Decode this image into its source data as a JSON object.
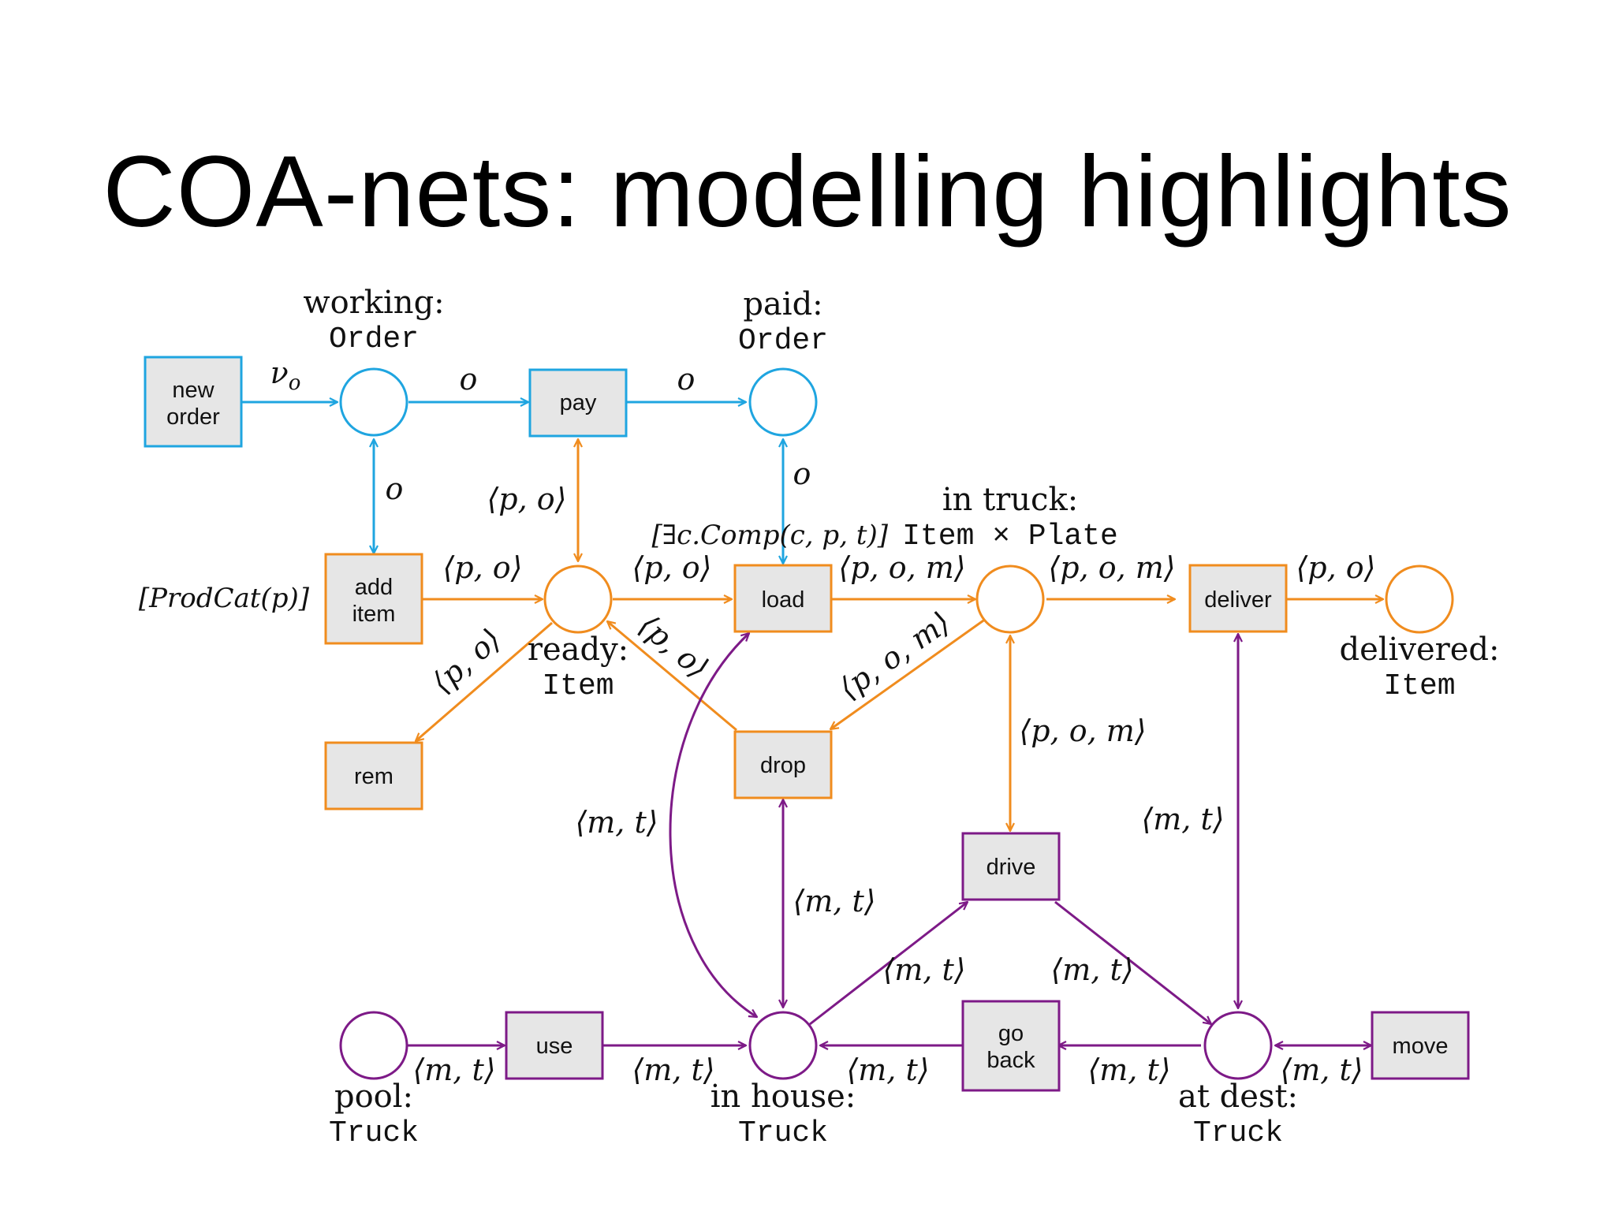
{
  "title": "COA-nets: modelling highlights",
  "colors": {
    "blue": "#1fa5e0",
    "orange": "#f08c1e",
    "purple": "#7d1a87",
    "box_fill": "#e6e6e6"
  },
  "transitions": {
    "new_order": [
      "new",
      "order"
    ],
    "pay": "pay",
    "add_item": [
      "add",
      "item"
    ],
    "load": "load",
    "deliver": "deliver",
    "rem": "rem",
    "drop": "drop",
    "drive": "drive",
    "use": "use",
    "go_back": [
      "go",
      "back"
    ],
    "move": "move"
  },
  "places": {
    "working": {
      "name": "working:",
      "type": "Order"
    },
    "paid": {
      "name": "paid:",
      "type": "Order"
    },
    "ready": {
      "name": "ready:",
      "type": "Item"
    },
    "in_truck": {
      "name": "in truck:",
      "type": "Item × Plate"
    },
    "delivered": {
      "name": "delivered:",
      "type": "Item"
    },
    "pool": {
      "name": "pool:",
      "type": "Truck"
    },
    "in_house": {
      "name": "in house:",
      "type": "Truck"
    },
    "at_dest": {
      "name": "at dest:",
      "type": "Truck"
    }
  },
  "arc_labels": {
    "nu_o": "ν",
    "nu_o_sub": "o",
    "o": "o",
    "po": "⟨p, o⟩",
    "pom": "⟨p, o, m⟩",
    "mt": "⟨m, t⟩"
  },
  "guards": {
    "add_item": "[ProdCat(p)]",
    "load": "[∃c.Comp(c, p, t)]"
  }
}
